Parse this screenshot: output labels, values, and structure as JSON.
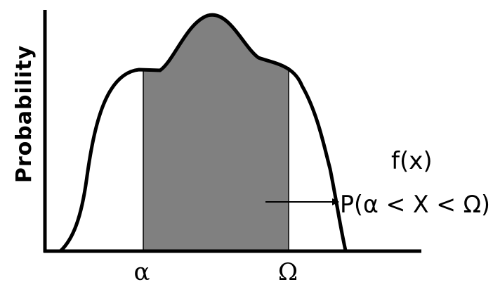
{
  "figure": {
    "y_axis_label": "Probability",
    "function_label": "f(x)",
    "probability_label": "P(α < X < Ω)",
    "lower_bound_label": "α",
    "upper_bound_label": "Ω"
  },
  "colors": {
    "ink": "#000000",
    "shaded_area": "#808080",
    "background": "#ffffff"
  }
}
